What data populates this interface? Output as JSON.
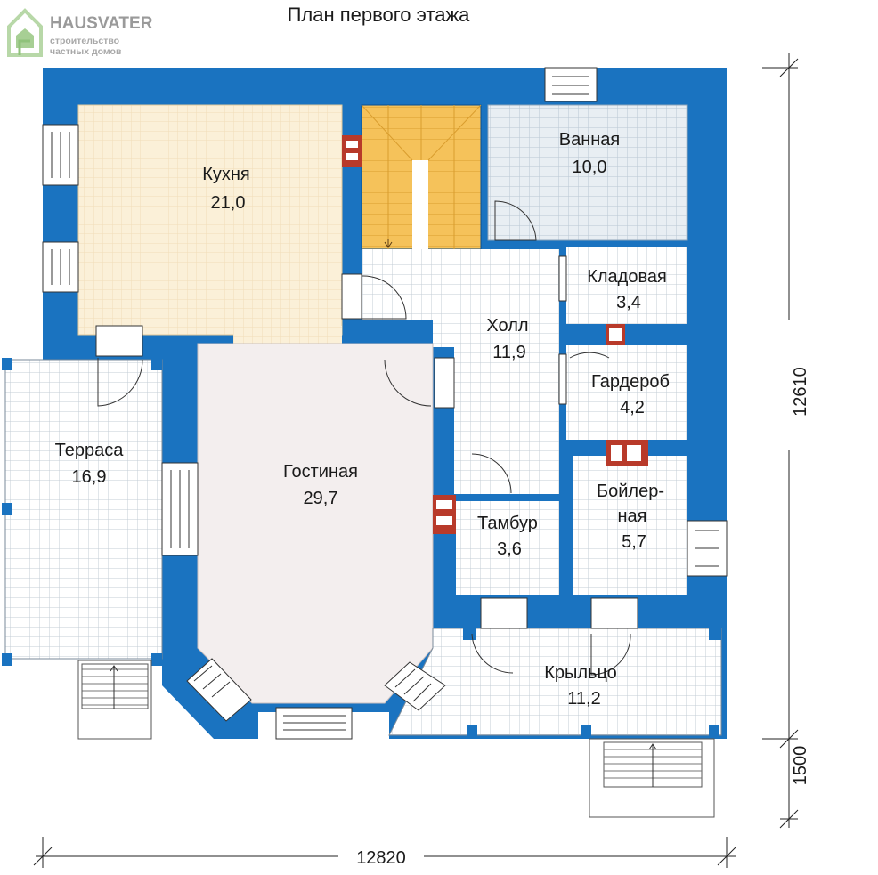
{
  "logo": {
    "brand": "HAUSVATER",
    "tagline_line1": "строительство",
    "tagline_line2": "частных домов"
  },
  "title": "План первого этажа",
  "rooms": {
    "kitchen": {
      "name": "Кухня",
      "area": "21,0"
    },
    "bathroom": {
      "name": "Ванная",
      "area": "10,0"
    },
    "storage": {
      "name": "Кладовая",
      "area": "3,4"
    },
    "hall": {
      "name": "Холл",
      "area": "11,9"
    },
    "wardrobe": {
      "name": "Гардероб",
      "area": "4,2"
    },
    "terrace": {
      "name": "Терраса",
      "area": "16,9"
    },
    "living": {
      "name": "Гостиная",
      "area": "29,7"
    },
    "boiler": {
      "name_line1": "Бойлер-",
      "name_line2": "ная",
      "area": "5,7"
    },
    "vestibule": {
      "name": "Тамбур",
      "area": "3,6"
    },
    "porch": {
      "name": "Крыльцо",
      "area": "11,2"
    }
  },
  "dimensions": {
    "width": "12820",
    "depth": "12610",
    "porch_depth": "1500"
  },
  "colors": {
    "wall": "#1a73c0",
    "wall_dark": "#0b5ba3",
    "kitchen_floor": "#fbf0d8",
    "stair": "#f5c25a",
    "bath_floor": "#e6edf2",
    "tile_floor": "#ffffff",
    "living_floor": "#f3eeee",
    "chimney": "#b83a2a"
  }
}
